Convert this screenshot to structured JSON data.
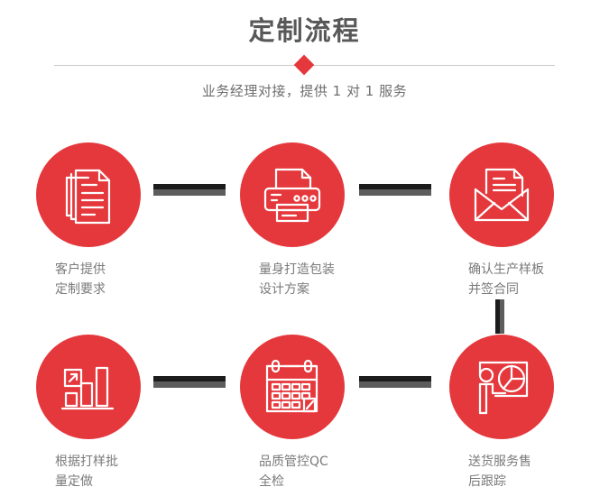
{
  "header": {
    "title": "定制流程",
    "subtitle": "业务经理对接，提供 1 对 1 服务",
    "divider_icon": "diamond-marker",
    "accent_color": "#e5383c",
    "title_color": "#585858",
    "divider_line_color": "#c9c9c9"
  },
  "flow": {
    "circle_color": "#e5383c",
    "connector_dark_color": "#1c1c1c",
    "connector_gray_color": "#5d5d5d",
    "label_color": "#7a7a7a",
    "steps": [
      {
        "index": 1,
        "icon": "documents-stack-icon",
        "label": "客户提供\n定制要求"
      },
      {
        "index": 2,
        "icon": "printer-icon",
        "label": "量身打造包装\n设计方案"
      },
      {
        "index": 3,
        "icon": "envelope-document-icon",
        "label": "确认生产样板\n并签合同"
      },
      {
        "index": 4,
        "icon": "bar-chart-growth-icon",
        "label": "根据打样批\n量定做"
      },
      {
        "index": 5,
        "icon": "calendar-check-icon",
        "label": "品质管控QC\n全检"
      },
      {
        "index": 6,
        "icon": "presenter-pie-chart-icon",
        "label": "送货服务售\n后跟踪"
      }
    ],
    "connectors": [
      {
        "name": "connector-step1-step2",
        "orientation": "horizontal"
      },
      {
        "name": "connector-step2-step3",
        "orientation": "horizontal"
      },
      {
        "name": "connector-step3-step6",
        "orientation": "vertical"
      },
      {
        "name": "connector-step4-step5",
        "orientation": "horizontal"
      },
      {
        "name": "connector-step5-step6",
        "orientation": "horizontal"
      }
    ]
  }
}
